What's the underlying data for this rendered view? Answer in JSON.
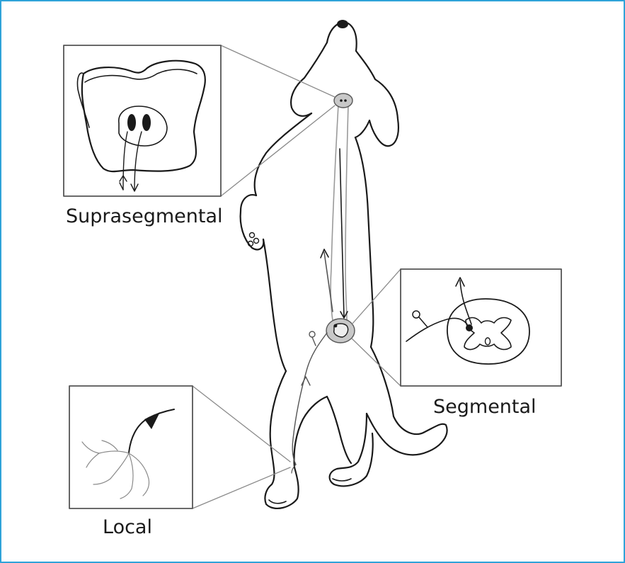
{
  "labels": {
    "suprasegmental": "Suprasegmental",
    "segmental": "Segmental",
    "local": "Local"
  },
  "colors": {
    "frame_border": "#2fa3d9",
    "line": "#1a1a1a",
    "leader": "#8a8a8a",
    "cord_fill": "#c8c8c8"
  }
}
